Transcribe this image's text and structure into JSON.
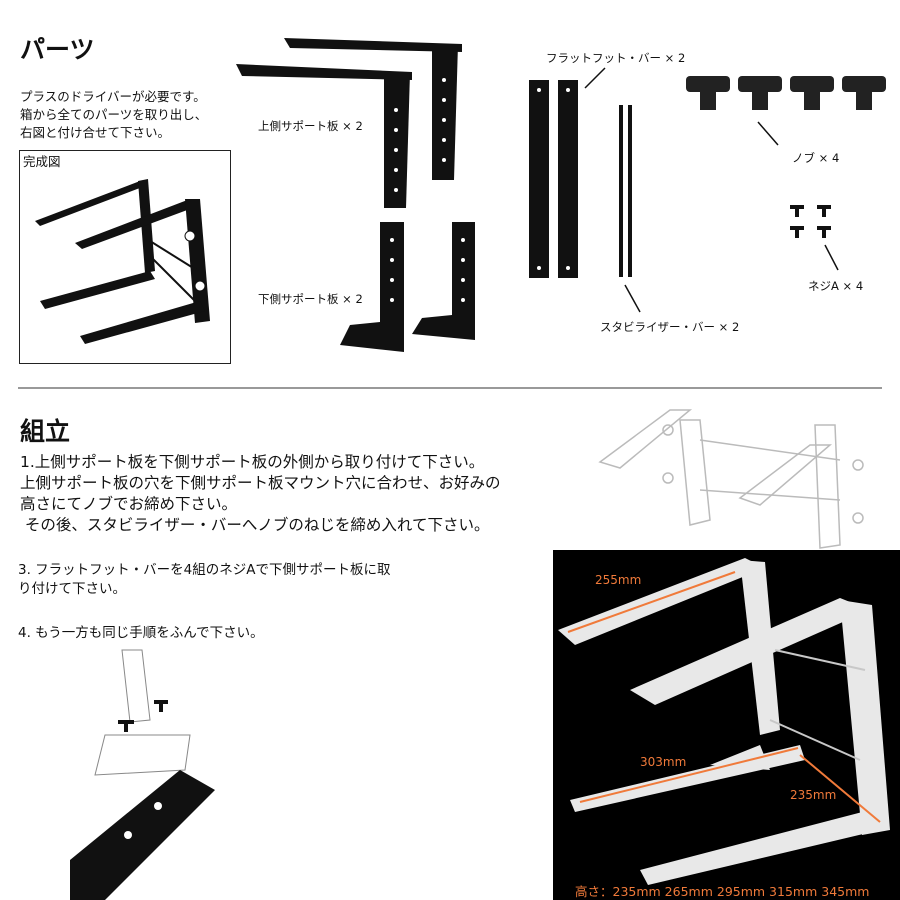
{
  "parts": {
    "title": "パーツ",
    "intro": [
      "プラスのドライバーが必要です。",
      "箱から全てのパーツを取り出し、",
      "右図と付け合せて下さい。"
    ],
    "completed_label": "完成図",
    "labels": {
      "upper_plate": "上側サポート板 × 2",
      "lower_plate": "下側サポート板 × 2",
      "flat_foot_bar": "フラットフット・バー × 2",
      "knob": "ノブ × 4",
      "screw_a": "ネジA × 4",
      "stabilizer_bar": "スタビライザー・バー × 2"
    }
  },
  "assembly": {
    "title": "組立",
    "step1": [
      "1.上側サポート板を下側サポート板の外側から取り付けて下さい。",
      "上側サポート板の穴を下側サポート板マウント穴に合わせ、お好みの",
      "高さにてノブでお締め下さい。",
      " その後、スタビライザー・バーへノブのねじを締め入れて下さい。"
    ],
    "step3": [
      "3. フラットフット・バーを4組のネジAで下側サポート板に取",
      "り付けて下さい。"
    ],
    "step4": "4. もう一方も同じ手順をふんで下さい。"
  },
  "photo": {
    "dim_top": "255mm",
    "dim_depth": "303mm",
    "dim_side": "235mm",
    "heights": "高さ：235mm 265mm 295mm 315mm 345mm",
    "accent": "#f07a3a"
  }
}
